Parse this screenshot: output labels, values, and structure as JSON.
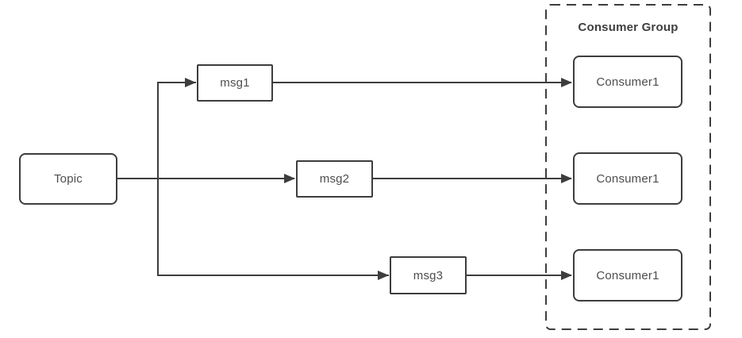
{
  "diagram": {
    "topic_node": {
      "label": "Topic"
    },
    "message_nodes": [
      {
        "label": "msg1"
      },
      {
        "label": "msg2"
      },
      {
        "label": "msg3"
      }
    ],
    "consumer_group": {
      "title": "Consumer Group",
      "consumer_nodes": [
        {
          "label": "Consumer1"
        },
        {
          "label": "Consumer1"
        },
        {
          "label": "Consumer1"
        }
      ]
    },
    "colors": {
      "line": "#3d3d3d",
      "node_border": "#3d3d3d",
      "node_text": "#4d4d4d",
      "group_title_text": "#3f3f3f",
      "background": "#ffffff"
    }
  }
}
